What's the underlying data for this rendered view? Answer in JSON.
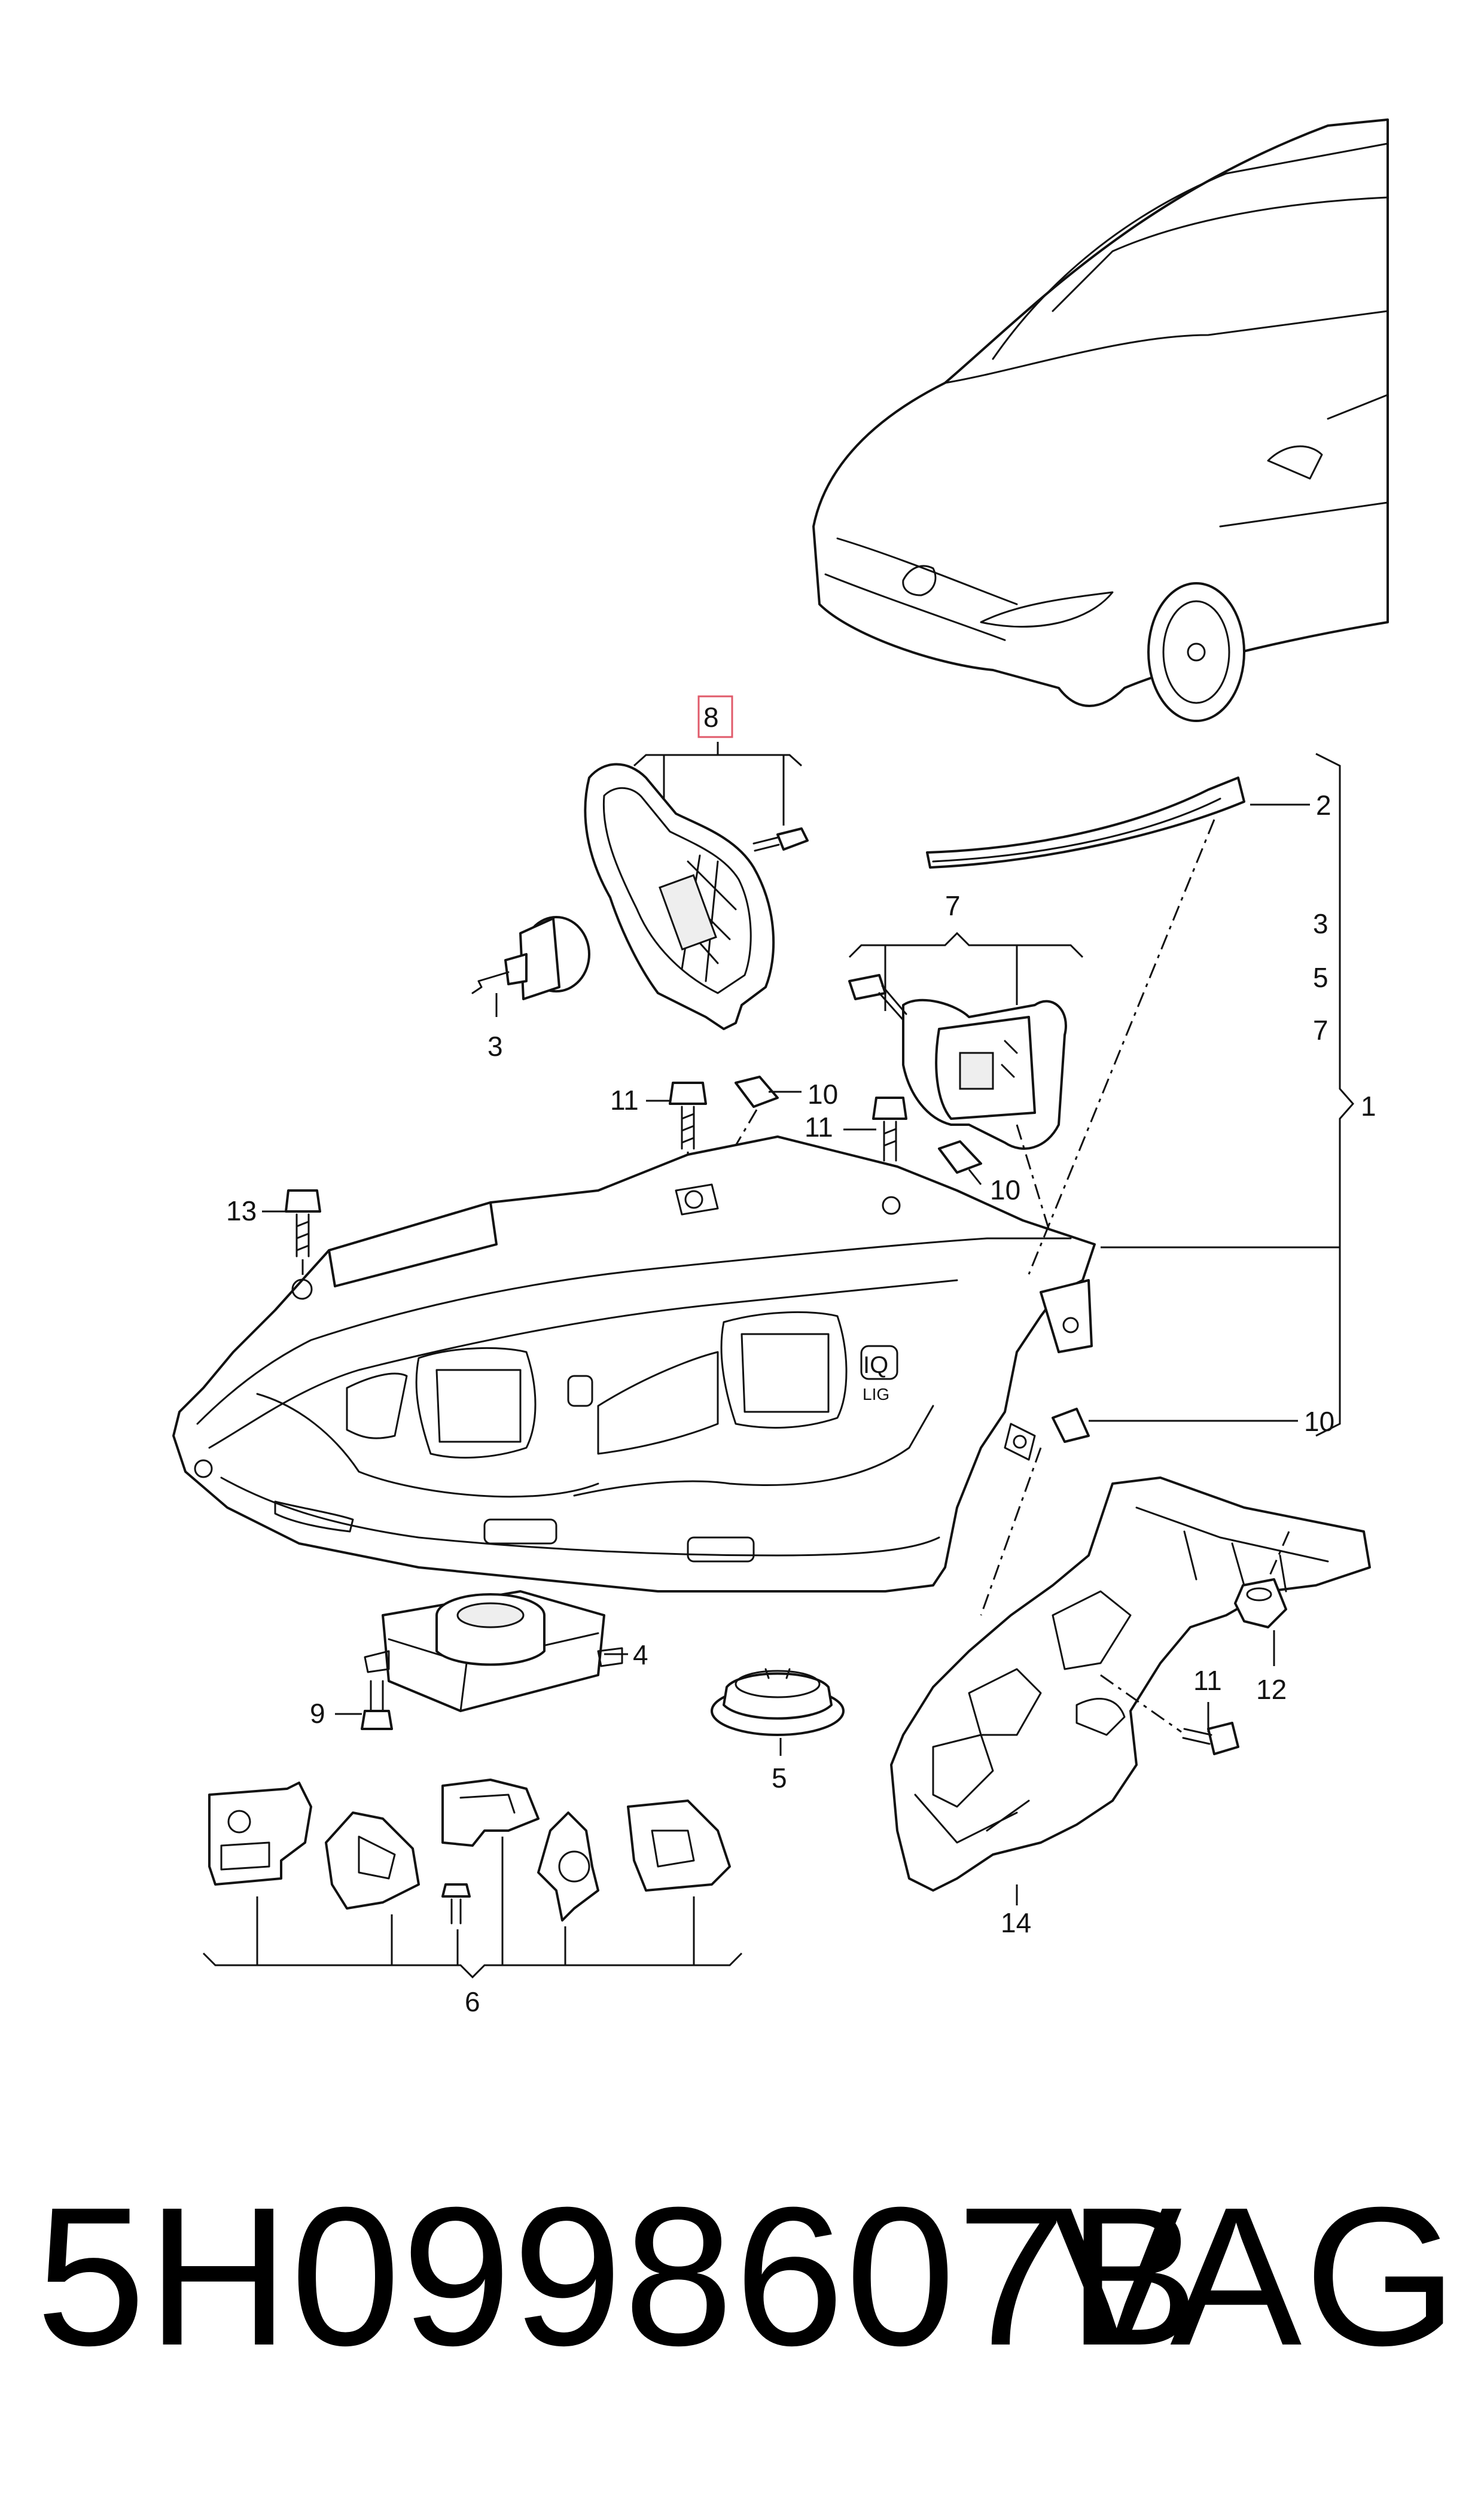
{
  "callouts": {
    "c1": "1",
    "c2": "2",
    "c3_right": "3",
    "c5_right": "5",
    "c7_right": "7",
    "c3_left": "3",
    "c4": "4",
    "c5": "5",
    "c6": "6",
    "c7": "7",
    "c8": "8",
    "c9": "9",
    "c10_a": "10",
    "c10_b": "10",
    "c10_c": "10",
    "c11_a": "11",
    "c11_b": "11",
    "c11_c": "11",
    "c12": "12",
    "c13": "13",
    "c14": "14"
  },
  "headlight_badge": {
    "line1": "IQ",
    "line2": "LIG"
  },
  "footer": {
    "part_number": "5H0998607B",
    "brand": "VAG"
  },
  "colors": {
    "highlight_box": "#e05a6a",
    "line": "#111111"
  }
}
